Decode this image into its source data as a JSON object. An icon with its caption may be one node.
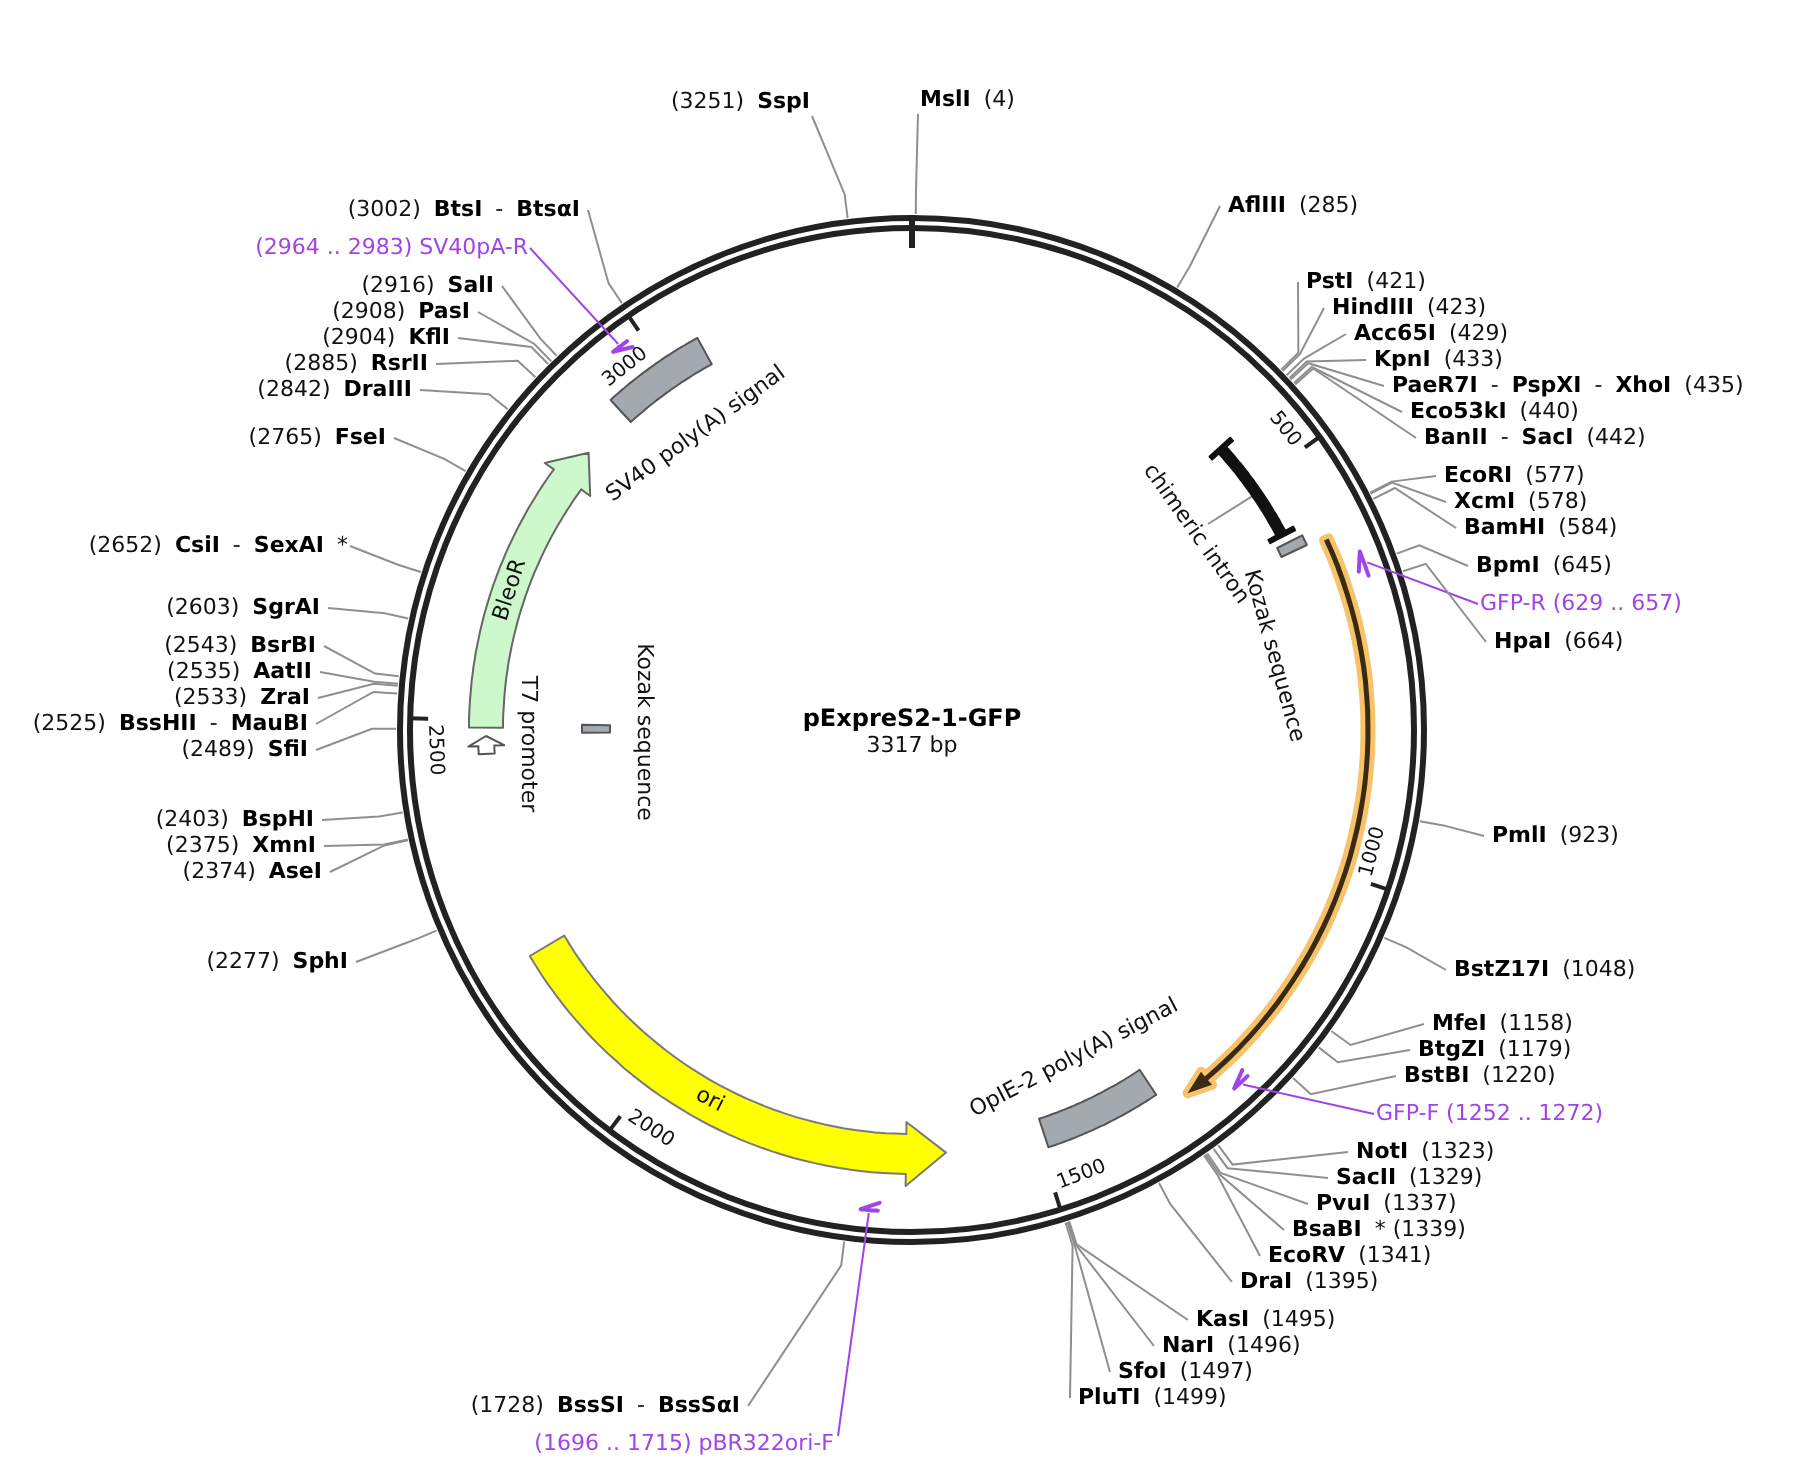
{
  "diagram": {
    "title": "pExpreS2-1-GFP",
    "nodes": [
      {
        "text": [
          "**MslI** (4)"
        ]
      },
      {
        "text": [
          "**AflIII** (285)"
        ]
      },
      {
        "text": [
          "**PstI** (421)"
        ]
      },
      {
        "text": [
          "**HindIII** (423)"
        ]
      },
      {
        "text": [
          "**Acc65I** (429)"
        ]
      },
      {
        "text": [
          "**KpnI** (433)"
        ]
      },
      {
        "text": [
          "**PaeR7I** - **PspXI** - **XhoI** (435)"
        ]
      },
      {
        "text": [
          "**Eco53kI** (440)"
        ]
      },
      {
        "text": [
          "**BanII** - **SacI** (442)"
        ]
      },
      {
        "text": [
          "**EcoRI** (577)"
        ]
      },
      {
        "text": [
          "**XcmI** (578)"
        ]
      },
      {
        "text": [
          "**BamHI** (584)"
        ]
      },
      {
        "text": [
          "**BpmI** (645)"
        ]
      },
      {
        "text": [
          "GFP-R (629 .. 657)"
        ]
      },
      {
        "text": [
          "**HpaI** (664)"
        ]
      },
      {
        "text": [
          "**PmlI** (923)"
        ]
      },
      {
        "text": [
          "**BstZ17I** (1048)"
        ]
      },
      {
        "text": [
          "**MfeI** (1158)"
        ]
      },
      {
        "text": [
          "**BtgZI** (1179)"
        ]
      },
      {
        "text": [
          "**BstBI** (1220)"
        ]
      },
      {
        "text": [
          "GFP-F (1252 .. 1272)"
        ]
      },
      {
        "text": [
          "**NotI** (1323)"
        ]
      },
      {
        "text": [
          "**SacII** (1329)"
        ]
      },
      {
        "text": [
          "**PvuI** (1337)"
        ]
      },
      {
        "text": [
          "**BsaBI** * (1339)"
        ]
      },
      {
        "text": [
          "**EcoRV** (1341)"
        ]
      },
      {
        "text": [
          "**DraI** (1395)"
        ]
      },
      {
        "text": [
          "**KasI** (1495)"
        ]
      },
      {
        "text": [
          "**NarI** (1496)"
        ]
      },
      {
        "text": [
          "**SfoI** (1497)"
        ]
      },
      {
        "text": [
          "**PluTI** (1499)"
        ]
      },
      {
        "text": [
          "(1728) **BssSI** - **BssSαI**"
        ]
      },
      {
        "text": [
          "(1696 .. 1715) pBR322ori-F"
        ]
      },
      {
        "text": [
          "(2277) **SphI**"
        ]
      },
      {
        "text": [
          "(2374) **AseI**"
        ]
      },
      {
        "text": [
          "(2375) **XmnI**"
        ]
      },
      {
        "text": [
          "(2403) **BspHI**"
        ]
      },
      {
        "text": [
          "(2489) **SfiI**"
        ]
      },
      {
        "text": [
          "(2525) **BssHII** - **MauBI**"
        ]
      },
      {
        "text": [
          "(2533) **ZraI**"
        ]
      },
      {
        "text": [
          "(2535) **AatII**"
        ]
      },
      {
        "text": [
          "(2543) **BsrBI**"
        ]
      },
      {
        "text": [
          "(2603) **SgrAI**"
        ]
      },
      {
        "text": [
          "(2652) **CsiI** - **SexAI** *"
        ]
      },
      {
        "text": [
          "(2765) **FseI**"
        ]
      },
      {
        "text": [
          "(2842) **DraIII**"
        ]
      },
      {
        "text": [
          "(2885) **RsrII**"
        ]
      },
      {
        "text": [
          "(2904) **KflI**"
        ]
      },
      {
        "text": [
          "(2908) **PasI**"
        ]
      },
      {
        "text": [
          "(2916) **SalI**"
        ]
      },
      {
        "text": [
          "(2964 .. 2983) SV40pA-R"
        ]
      },
      {
        "text": [
          "(3002) **BtsI** - **BtsαI**"
        ]
      },
      {
        "text": [
          "(3251) **SspI**"
        ]
      },
      {
        "text": [
          "chimeric intron"
        ]
      },
      {
        "text": [],
        "shape": "bar"
      },
      {
        "text": [],
        "shape": "box",
        "beside": [
          "Kozak sequence"
        ]
      },
      {
        "text": [],
        "shape": "arrow"
      },
      {
        "text": [],
        "shape": "box",
        "beside": [
          "OpIE-2 poly(A) signal"
        ]
      },
      {
        "text": [
          "ori"
        ]
      },
      {
        "text": [],
        "shape": "arrow",
        "beside": [
          "T7 promoter"
        ]
      },
      {
        "text": [],
        "shape": "box",
        "beside": [
          "Kozak sequence"
        ]
      },
      {
        "text": [
          "BleoR"
        ]
      },
      {
        "text": [],
        "shape": "box",
        "beside": [
          "SV40 poly(A) signal"
        ]
      },
      {
        "text": [],
        "shape": "arrow"
      },
      {
        "text": [],
        "shape": "arrow"
      },
      {
        "text": [],
        "shape": "arrow"
      },
      {
        "text": [],
        "shape": "arrow"
      }
    ],
    "edges": [
      {
        "from": 0,
        "to": null,
        "arrow": "none"
      },
      {
        "from": 1,
        "to": null,
        "arrow": "none"
      },
      {
        "from": 2,
        "to": null,
        "arrow": "none"
      },
      {
        "from": 3,
        "to": null,
        "arrow": "none"
      },
      {
        "from": 4,
        "to": null,
        "arrow": "none"
      },
      {
        "from": 5,
        "to": null,
        "arrow": "none"
      },
      {
        "from": 6,
        "to": null,
        "arrow": "none"
      },
      {
        "from": 7,
        "to": null,
        "arrow": "none"
      },
      {
        "from": 8,
        "to": null,
        "arrow": "none"
      },
      {
        "from": 9,
        "to": null,
        "arrow": "none"
      },
      {
        "from": 10,
        "to": null,
        "arrow": "none"
      },
      {
        "from": 11,
        "to": null,
        "arrow": "none"
      },
      {
        "from": 12,
        "to": null,
        "arrow": "none"
      },
      {
        "from": 13,
        "to": 63,
        "arrow": "none",
        "color": "#a044e6"
      },
      {
        "from": 14,
        "to": null,
        "arrow": "none"
      },
      {
        "from": 15,
        "to": null,
        "arrow": "none"
      },
      {
        "from": 16,
        "to": null,
        "arrow": "none"
      },
      {
        "from": 17,
        "to": null,
        "arrow": "none"
      },
      {
        "from": 18,
        "to": null,
        "arrow": "none"
      },
      {
        "from": 19,
        "to": null,
        "arrow": "none"
      },
      {
        "from": 20,
        "to": 64,
        "arrow": "none",
        "color": "#a044e6"
      },
      {
        "from": 21,
        "to": null,
        "arrow": "none"
      },
      {
        "from": 22,
        "to": null,
        "arrow": "none"
      },
      {
        "from": 23,
        "to": null,
        "arrow": "none"
      },
      {
        "from": 24,
        "to": null,
        "arrow": "none"
      },
      {
        "from": 25,
        "to": null,
        "arrow": "none"
      },
      {
        "from": 26,
        "to": null,
        "arrow": "none"
      },
      {
        "from": 27,
        "to": null,
        "arrow": "none"
      },
      {
        "from": 28,
        "to": null,
        "arrow": "none"
      },
      {
        "from": 29,
        "to": null,
        "arrow": "none"
      },
      {
        "from": 30,
        "to": null,
        "arrow": "none"
      },
      {
        "from": 31,
        "to": null,
        "arrow": "none"
      },
      {
        "from": 32,
        "to": 65,
        "arrow": "none",
        "color": "#a044e6"
      },
      {
        "from": 33,
        "to": null,
        "arrow": "none"
      },
      {
        "from": 34,
        "to": null,
        "arrow": "none"
      },
      {
        "from": 35,
        "to": null,
        "arrow": "none"
      },
      {
        "from": 36,
        "to": null,
        "arrow": "none"
      },
      {
        "from": 37,
        "to": null,
        "arrow": "none"
      },
      {
        "from": 38,
        "to": null,
        "arrow": "none"
      },
      {
        "from": 39,
        "to": null,
        "arrow": "none"
      },
      {
        "from": 40,
        "to": null,
        "arrow": "none"
      },
      {
        "from": 41,
        "to": null,
        "arrow": "none"
      },
      {
        "from": 42,
        "to": null,
        "arrow": "none"
      },
      {
        "from": 43,
        "to": null,
        "arrow": "none"
      },
      {
        "from": 44,
        "to": null,
        "arrow": "none"
      },
      {
        "from": 45,
        "to": null,
        "arrow": "none"
      },
      {
        "from": 46,
        "to": null,
        "arrow": "none"
      },
      {
        "from": 47,
        "to": null,
        "arrow": "none"
      },
      {
        "from": 48,
        "to": null,
        "arrow": "none"
      },
      {
        "from": 49,
        "to": null,
        "arrow": "none"
      },
      {
        "from": 50,
        "to": 66,
        "arrow": "none",
        "color": "#a044e6"
      },
      {
        "from": 51,
        "to": null,
        "arrow": "none"
      },
      {
        "from": 52,
        "to": null,
        "arrow": "none"
      },
      {
        "from": 53,
        "to": 54,
        "arrow": "none"
      }
    ],
    "labels": [
      "3317 bp",
      "500",
      "1000",
      "1500",
      "2000",
      "2500",
      "3000"
    ]
  }
}
